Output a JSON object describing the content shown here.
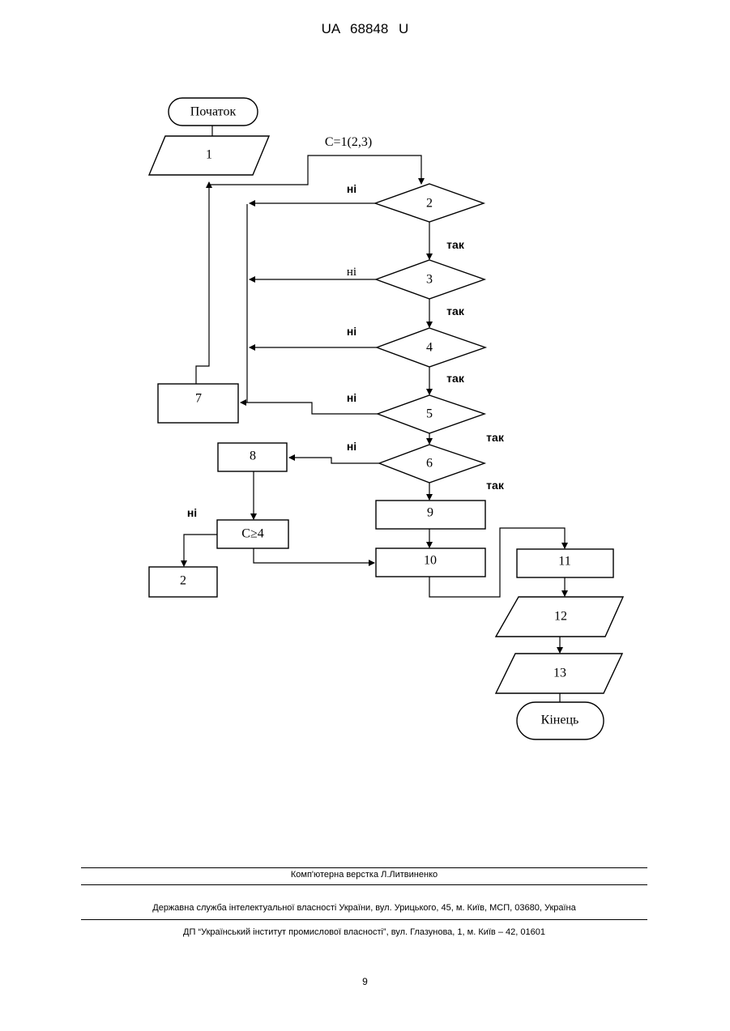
{
  "header": {
    "doc_number": "UA   68848   U"
  },
  "flowchart": {
    "start": "Початок",
    "end": "Кінець",
    "blocks": {
      "b1": "1",
      "b2": "2",
      "b3": "3",
      "b4": "4",
      "b5": "5",
      "b6": "6",
      "b7": "7",
      "b8": "8",
      "cond": "C≥4",
      "b2b": "2",
      "b9": "9",
      "b10": "10",
      "b11": "11",
      "b12": "12",
      "b13": "13"
    },
    "loop_label": "C=1(2,3)",
    "labels": {
      "no": "ні",
      "yes": "так"
    }
  },
  "footer": {
    "layout_credit": "Комп'ютерна верстка Л.Литвиненко",
    "agency": "Державна служба інтелектуальної власності України, вул. Урицького, 45, м. Київ, МСП, 03680, Україна",
    "institute": "ДП “Український інститут промислової власності”, вул. Глазунова, 1, м. Київ – 42, 01601"
  },
  "page_number": "9"
}
